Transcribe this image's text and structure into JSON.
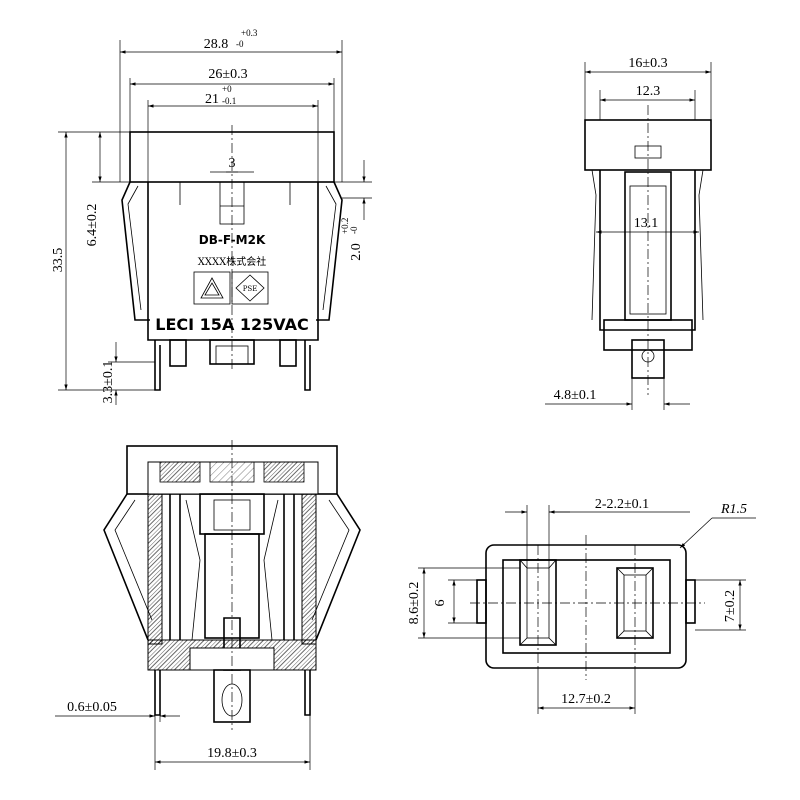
{
  "front_view": {
    "dim_overall_width_main": "28.8",
    "dim_overall_width_tol": "+0.3",
    "dim_overall_width_tol2": "-0",
    "dim_width_26": "26±0.3",
    "dim_width_21_main": "21",
    "dim_width_21_tol_upper": "+0",
    "dim_width_21_tol_lower": "-0.1",
    "dim_3": "3",
    "dim_height_33_5": "33.5",
    "dim_6_4": "6.4±0.2",
    "dim_2_0_main": "2.0",
    "dim_2_0_tol": "+0.2",
    "dim_2_0_tol2": "-0",
    "dim_3_3": "3.3±0.1",
    "marking_model": "DB-F-M2K",
    "marking_maker": "XXXX株式会社",
    "marking_rating": "LECI   15A  125VAC"
  },
  "side_view": {
    "dim_16": "16±0.3",
    "dim_12_3": "12.3",
    "dim_13_1": "13.1",
    "dim_4_8": "4.8±0.1"
  },
  "section_view": {
    "dim_0_6": "0.6±0.05",
    "dim_19_8": "19.8±0.3"
  },
  "bottom_view": {
    "dim_2_2": "2-2.2±0.1",
    "dim_r1_5": "R1.5",
    "dim_8_6": "8.6±0.2",
    "dim_6": "6",
    "dim_7": "7±0.2",
    "dim_12_7": "12.7±0.2"
  }
}
